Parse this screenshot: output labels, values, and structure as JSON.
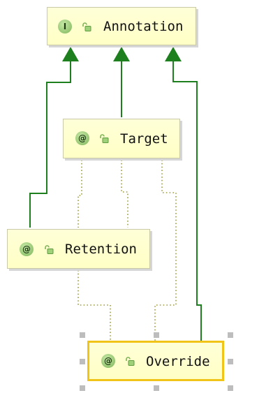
{
  "diagram": {
    "nodes": {
      "annotation": {
        "kind_icon": "I",
        "name": "Annotation",
        "kind": "interface"
      },
      "target": {
        "kind_icon": "@",
        "name": "Target",
        "kind": "annotation"
      },
      "retention": {
        "kind_icon": "@",
        "name": "Retention",
        "kind": "annotation"
      },
      "override": {
        "kind_icon": "@",
        "name": "Override",
        "kind": "annotation",
        "selected": true
      }
    },
    "edges": [
      {
        "from": "target",
        "to": "annotation",
        "type": "realization"
      },
      {
        "from": "retention",
        "to": "annotation",
        "type": "realization"
      },
      {
        "from": "override",
        "to": "annotation",
        "type": "realization"
      },
      {
        "from": "target",
        "to": "retention",
        "type": "annotated-by"
      },
      {
        "from": "retention",
        "to": "override",
        "type": "annotated-by"
      },
      {
        "from": "target",
        "to": "override",
        "type": "annotated-by"
      }
    ],
    "colors": {
      "realization_edge": "#1e7f1e",
      "annotation_edge": "#9b9b3a",
      "node_fill": "#ffffd0",
      "selection_border": "#f0c419",
      "kind_icon_fill": "#8cc266"
    },
    "icons": {
      "interface_kind": "interface-icon",
      "annotation_kind": "annotation-icon",
      "visibility": "public-lock-icon"
    }
  }
}
